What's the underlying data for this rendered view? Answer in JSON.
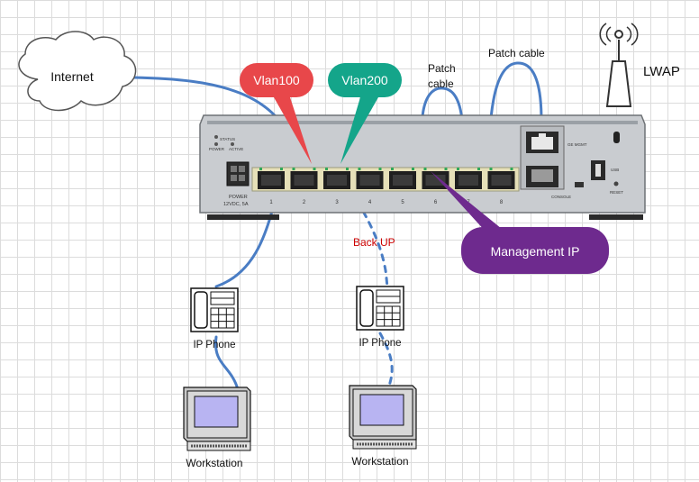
{
  "labels": {
    "internet": "Internet",
    "vlan100": "Vlan100",
    "vlan200": "Vlan200",
    "patch_cable_left": [
      "Patch",
      "cable"
    ],
    "patch_cable_right": "Patch cable",
    "lwap": "LWAP",
    "management_ip": "Management IP",
    "backup": "Back UP",
    "ip_phone_left": "IP Phone",
    "ip_phone_right": "IP Phone",
    "workstation_left": "Workstation",
    "workstation_right": "Workstation"
  },
  "device": {
    "port_numbers": [
      "1",
      "2",
      "3",
      "4",
      "5",
      "6",
      "7",
      "8"
    ],
    "power_label": "POWER",
    "power_rating": "12VDC, 5A",
    "status_label": "STATUS",
    "power_led_label": "POWER",
    "active_led_label": "ACTIVE",
    "console_label": "CONSOLE",
    "ge_mgmt_label": "GE MGMT",
    "usb_label": "USB",
    "reset_label": "RESET"
  },
  "colors": {
    "cable": "#4a7dc4",
    "vlan100_callout": "#e8474a",
    "vlan200_callout": "#14a58a",
    "management_callout": "#6e2a8e",
    "backup_text": "#cc0000",
    "chassis": "#c9ccd0"
  }
}
